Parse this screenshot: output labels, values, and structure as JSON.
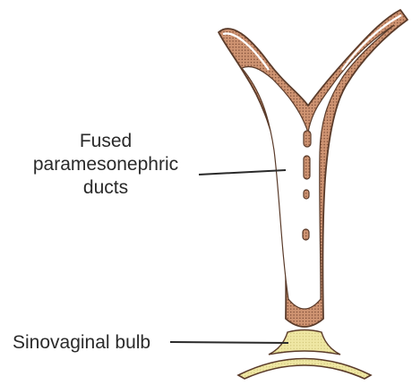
{
  "labels": {
    "fused_ducts": [
      "Fused",
      "paramesonephric",
      "ducts"
    ],
    "sinovaginal_bulb": "Sinovaginal bulb"
  },
  "colors": {
    "duct_wall": "#c98d6b",
    "duct_outline": "#5a3b2a",
    "bulb_fill": "#f1ecab",
    "tissue_fill": "#f6f1cc",
    "leader_line": "#2a2a2a"
  }
}
